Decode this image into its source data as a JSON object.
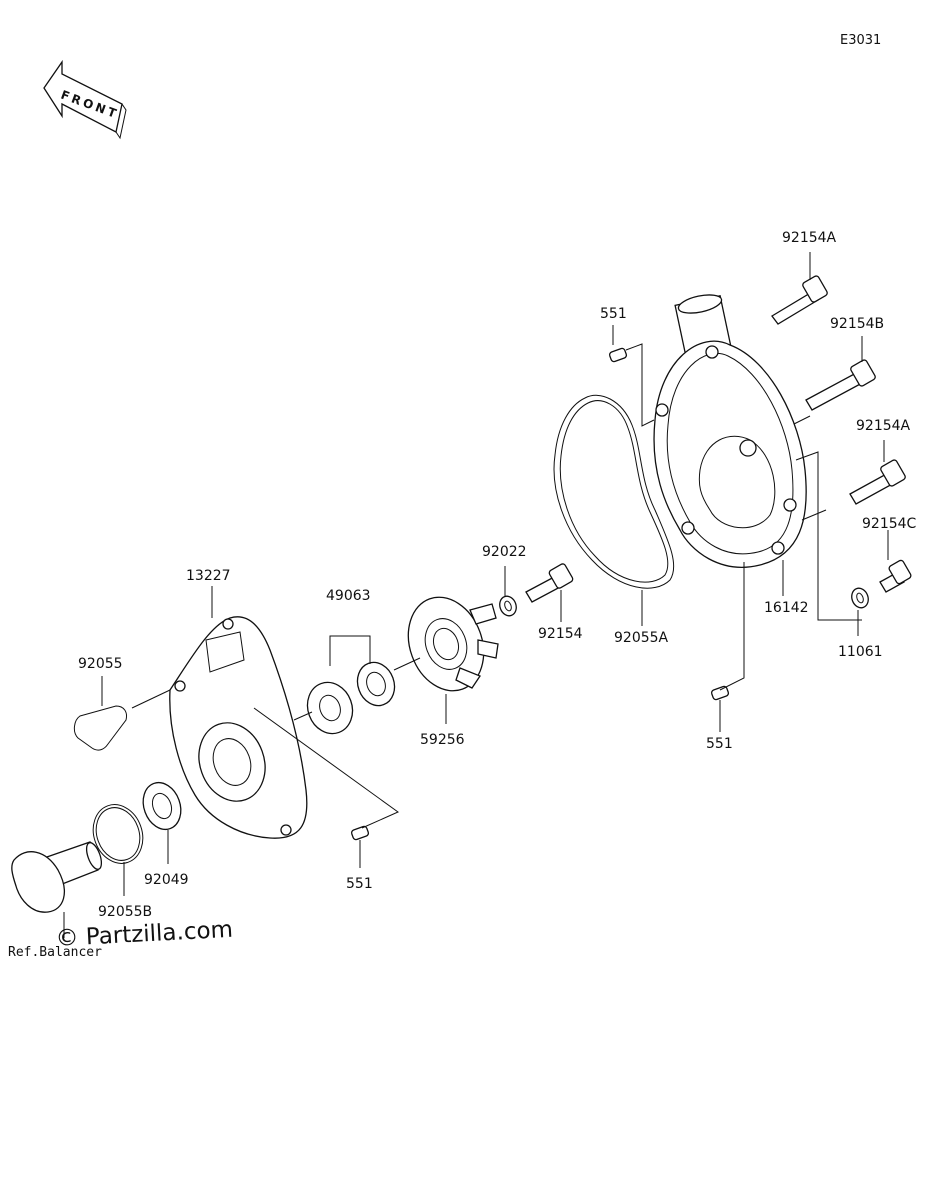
{
  "diagram": {
    "code": "E3031",
    "front_label": "FRONT",
    "reference_note": "Ref.Balancer",
    "watermark": "© Partzilla.com",
    "callouts": {
      "p92154A_top": "92154A",
      "p92154B": "92154B",
      "p92154A_mid": "92154A",
      "p92154C": "92154C",
      "p551_top": "551",
      "p16142": "16142",
      "p11061": "11061",
      "p92022": "92022",
      "p92154": "92154",
      "p92055A": "92055A",
      "p551_right": "551",
      "p13227": "13227",
      "p49063": "49063",
      "p59256": "59256",
      "p92055": "92055",
      "p92049": "92049",
      "p92055B": "92055B",
      "p551_bottom": "551"
    }
  }
}
